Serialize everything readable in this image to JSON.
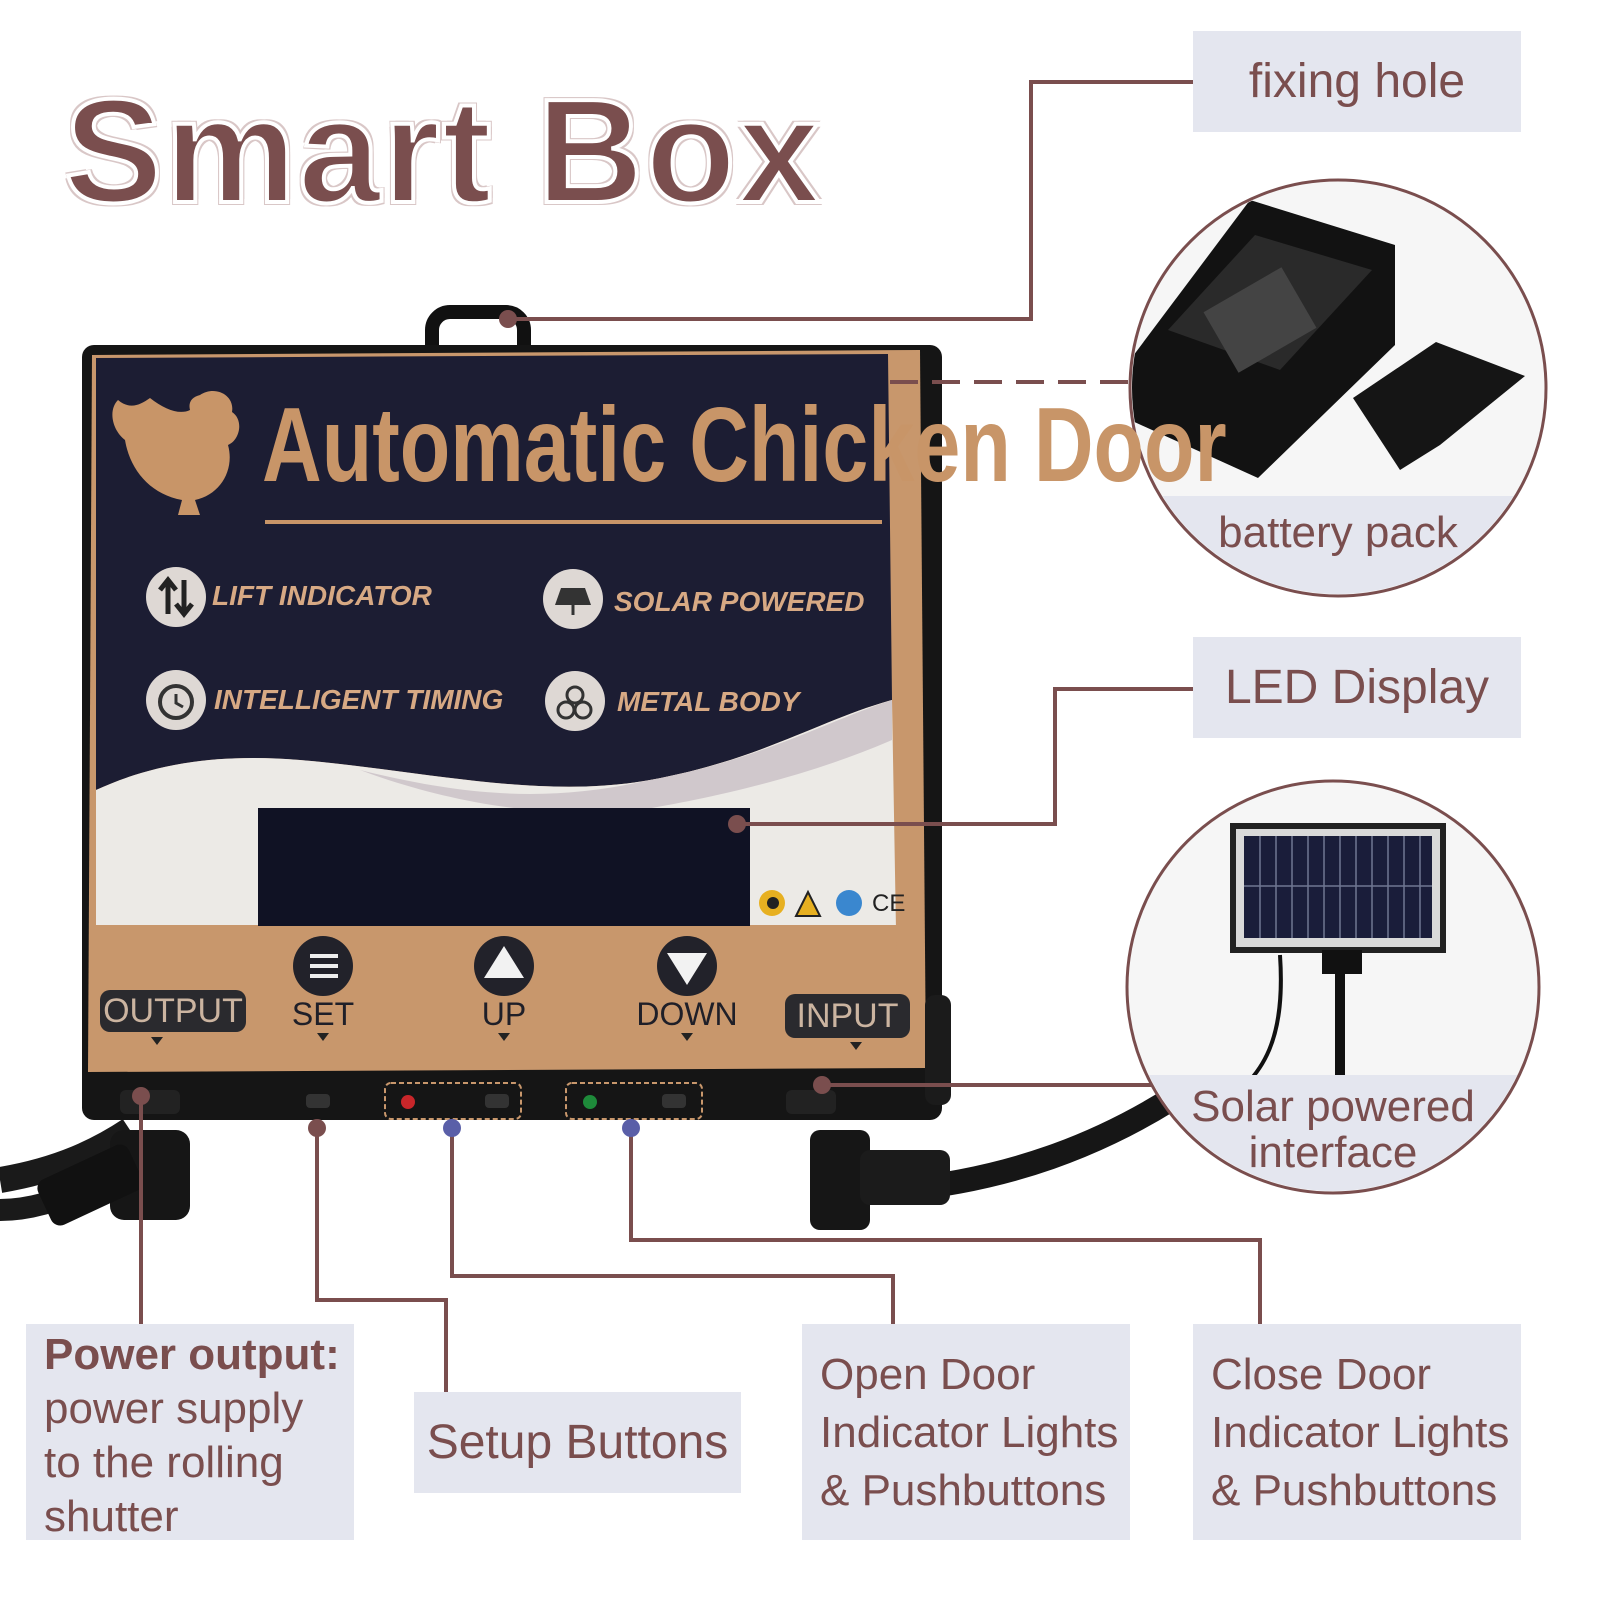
{
  "title": "Smart Box",
  "device": {
    "heading": "Automatic Chicken Door",
    "features": [
      {
        "icon": "up-down-arrows-icon",
        "label": "LIFT INDICATOR"
      },
      {
        "icon": "solar-panel-icon",
        "label": "SOLAR POWERED"
      },
      {
        "icon": "alarm-clock-icon",
        "label": "INTELLIGENT TIMING"
      },
      {
        "icon": "metal-pipes-icon",
        "label": "METAL BODY"
      }
    ],
    "certification_mark": "CE",
    "buttons": [
      {
        "icon": "menu-list-icon",
        "label": "SET"
      },
      {
        "icon": "triangle-up-icon",
        "label": "UP"
      },
      {
        "icon": "triangle-down-icon",
        "label": "DOWN"
      }
    ],
    "ports": {
      "output": "OUTPUT",
      "input": "INPUT"
    }
  },
  "callouts": {
    "fixing_hole": "fixing hole",
    "battery_pack": "battery pack",
    "led_display": "LED Display",
    "solar_interface": [
      "Solar powered",
      "interface"
    ],
    "power_output": {
      "title": "Power output:",
      "lines": [
        "power supply",
        "to the rolling",
        "shutter"
      ]
    },
    "setup_buttons": "Setup Buttons",
    "open_door": [
      "Open Door",
      "Indicator Lights",
      "& Pushbuttons"
    ],
    "close_door": [
      "Close Door",
      "Indicator Lights",
      "& Pushbuttons"
    ]
  },
  "colors": {
    "accent": "#7a4e4e",
    "callout_bg": "#e4e6ef",
    "panel_dark": "#1c1d33",
    "panel_tan": "#c8976c",
    "indicator_dot": "#5a5fa8"
  }
}
